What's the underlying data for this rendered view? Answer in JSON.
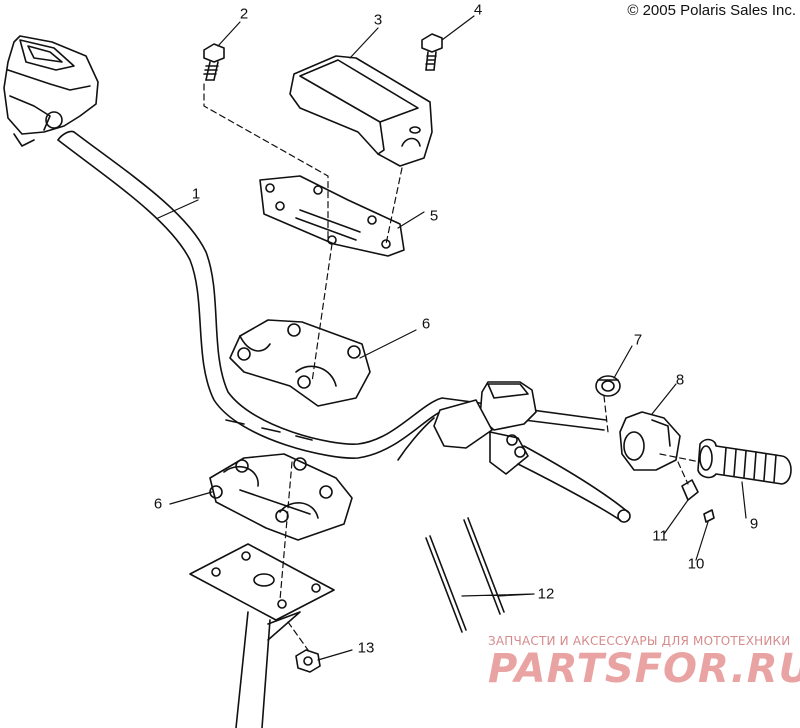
{
  "copyright": "© 2005 Polaris Sales Inc.",
  "callouts": [
    "1",
    "2",
    "3",
    "4",
    "5",
    "6",
    "6",
    "7",
    "8",
    "9",
    "10",
    "11",
    "12",
    "13"
  ],
  "watermark": {
    "tagline": "ЗАПЧАСТИ И АКСЕССУАРЫ ДЛЯ МОТОТЕХНИКИ",
    "logo": "PARTSFOR.RU"
  }
}
